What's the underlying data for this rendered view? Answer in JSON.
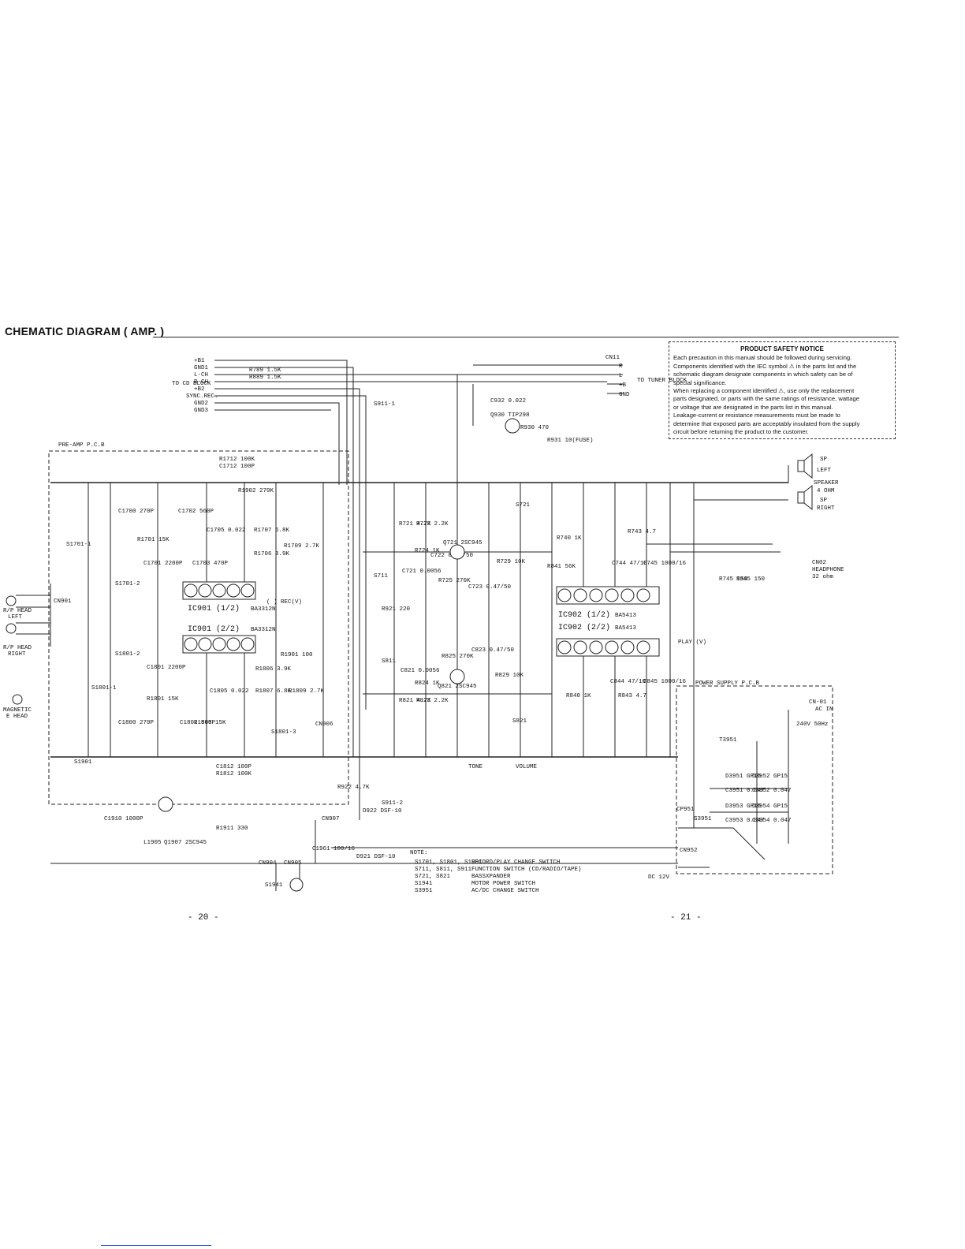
{
  "page": {
    "title": "CHEMATIC DIAGRAM ( AMP. )",
    "page_left": "- 20 -",
    "page_right": "- 21 -"
  },
  "notice": {
    "title": "PRODUCT SAFETY NOTICE",
    "lines": [
      "Each precaution in this manual should be followed during servicing.",
      "Components identified with the IEC symbol ⚠ in the parts list and the",
      "schematic diagram designate components in which safety can be of",
      "special significance.",
      "When replacing a component identified ⚠, use only the replacement",
      "parts designated, or parts with the same ratings of resistance, wattage",
      "or voltage that are designated in the parts list in this manual.",
      "Leakage-current or resistance measurements must be made to",
      "determine that exposed parts are acceptably insulated from the supply",
      "circuit before returning the product to the customer."
    ]
  },
  "labels": {
    "pre_amp_pcb": "PRE-AMP P.C.B",
    "power_supply_pcb": "POWER SUPPLY P.C.B",
    "cd_block": "TO CD BLOCK",
    "tuner_block": "TO TUNER BLOCK",
    "cn11": "CN11",
    "cd_pins": [
      "+B1",
      "GND1",
      "L-CH",
      "R-CH",
      "+B2",
      "SYNC.REC.",
      "GND2",
      "GND3"
    ],
    "tuner_pins": [
      "R",
      "L",
      "+B",
      "GND"
    ],
    "r789": "R789 1.5K",
    "r889": "R889 1.5K",
    "ic901_top": "IC901 (1/2)",
    "ic901_top_part": "BA3312N",
    "ic901_bot": "IC901 (2/2)",
    "ic901_bot_part": "BA3312N",
    "ic902_top": "IC902 (1/2)",
    "ic902_top_part": "BA5413",
    "ic902_bot": "IC902 (2/2)",
    "ic902_bot_part": "BA5413",
    "rec_v": "( ) REC(V)",
    "play_v": "PLAY (V)",
    "head_left": [
      "R/P HEAD",
      "LEFT"
    ],
    "head_right": [
      "R/P HEAD",
      "RIGHT"
    ],
    "erase_head": [
      "MAGNETIC",
      "E HEAD"
    ],
    "speaker": [
      "SP",
      "LEFT",
      "SPEAKER",
      "4 OHM",
      "SP",
      "RIGHT"
    ],
    "headphone": [
      "CN02",
      "HEADPHONE",
      "32 ohm"
    ],
    "tone": "TONE",
    "volume": "VOLUME",
    "q930": "Q930 TIP298",
    "q721": "Q721 2SC945",
    "q821": "Q821 2SC945",
    "q1907": "Q1907 2SC945",
    "l1905": "L1905",
    "mains": "240V 50Hz",
    "dc12v": "DC 12V",
    "s3951": "S3951",
    "cn01": "CN-01",
    "ac_in": "AC IN"
  },
  "notes": {
    "title": "NOTE:",
    "items": [
      [
        "S1701, S1801, S1901",
        "RECORD/PLAY CHANGE SWITCH"
      ],
      [
        "S711, S811, S911",
        "FUNCTION SWITCH (CD/RADIO/TAPE)"
      ],
      [
        "S721, S821",
        "BASSXPANDER"
      ],
      [
        "S1941",
        "MOTOR POWER SWITCH"
      ],
      [
        "S3951",
        "AC/DC CHANGE SWITCH"
      ]
    ]
  },
  "components": [
    "R1712 100K",
    "C1712 100P",
    "C1700 270P",
    "C1702 560P",
    "R1701 15K",
    "C1701 2200P",
    "R1707 6.8K",
    "R1706 3.9K",
    "R1709 2.7K",
    "C1705 0.022",
    "C1703 470P",
    "R1902 270K",
    "C1801 2200P",
    "R1801 15K",
    "C1800 270P",
    "C1802 560P",
    "R1805 15K",
    "C1805 0.022",
    "R1806 3.9K",
    "R1807 6.8K",
    "R1809 2.7K",
    "R1901 100",
    "C1812 100P",
    "R1812 100K",
    "R1911 330",
    "C1910 1000P",
    "R721 4.7K",
    "R723 2.2K",
    "R724 1K",
    "C721 0.0056",
    "C722 0.22/50",
    "R725 270K",
    "C723 0.47/50",
    "R921 220",
    "R821 4.7K",
    "R823 2.2K",
    "R824 1K",
    "C821 0.0056",
    "R825 270K",
    "C823 0.47/50",
    "R922 4.7K",
    "C932 0.022",
    "R930 470",
    "R931 10(FUSE)",
    "R729 10K",
    "R829 10K",
    "R841 56K",
    "R740 1K",
    "R743 4.7",
    "C744 47/10",
    "C745 1000/16",
    "R745 150",
    "R845 150",
    "R840 1K",
    "R843 4.7",
    "C844 47/10",
    "C845 1000/16",
    "D922 DSF-10",
    "D921 DSF-10",
    "D3951 GP15",
    "D3952 GP15",
    "D3953 GP15",
    "D3954 GP15",
    "C3951 0.047",
    "C3952 0.047",
    "C3953 0.047",
    "C3954 0.047",
    "T3951",
    "S911-1",
    "S911-2",
    "S711",
    "S811",
    "S721",
    "S821",
    "S1701-1",
    "S1701-2",
    "S1801-1",
    "S1801-2",
    "S1801-3",
    "S1901",
    "CN901",
    "CN904",
    "CN905",
    "CN906",
    "CN907",
    "CN952",
    "CP951",
    "S1941",
    "C1961 100/16"
  ]
}
